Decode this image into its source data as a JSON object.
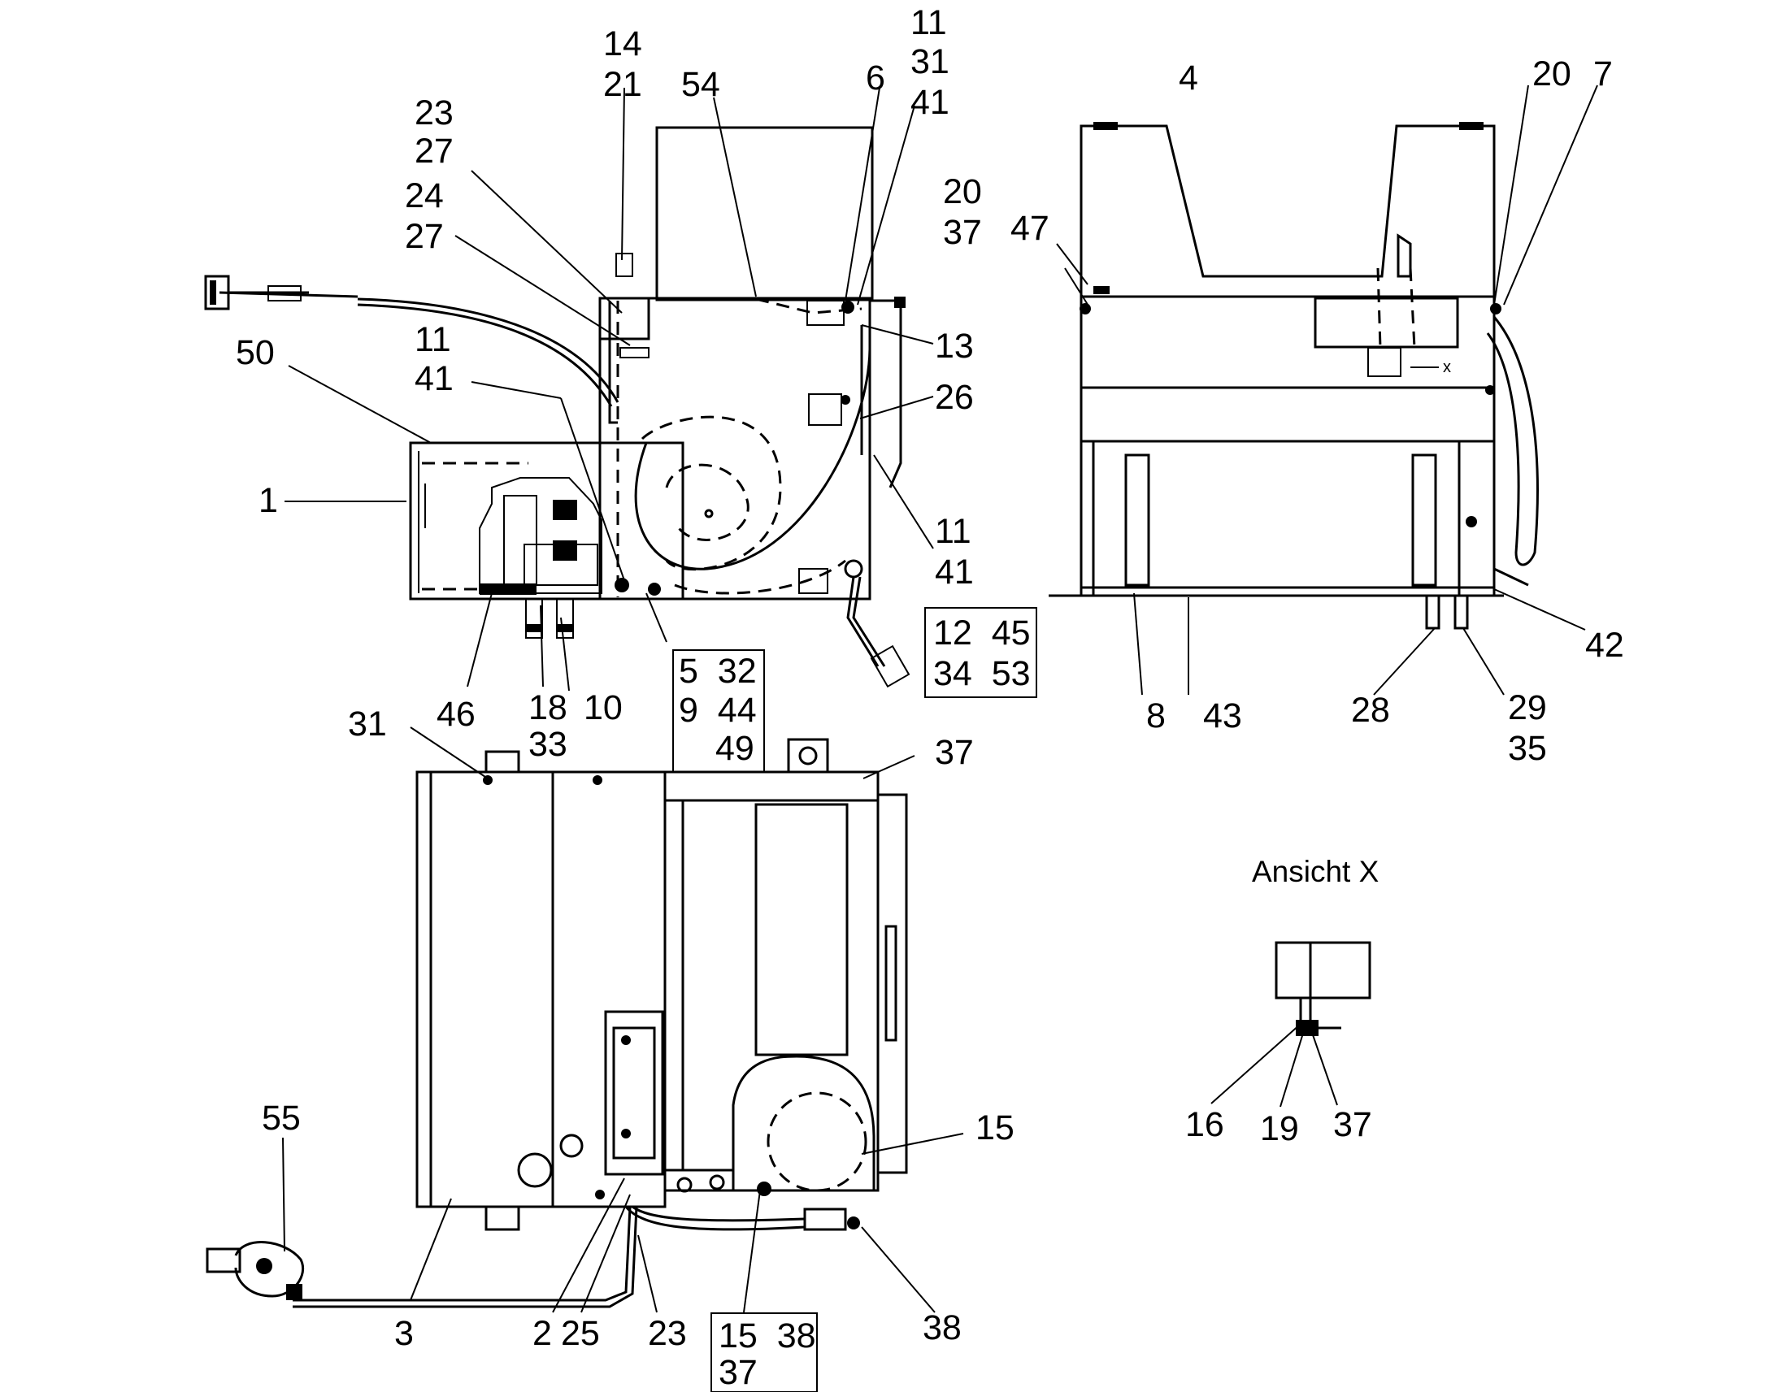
{
  "callouts": {
    "c14": "14",
    "c21": "21",
    "c54": "54",
    "c6": "6",
    "c11a": "11",
    "c31a": "31",
    "c41a": "41",
    "c23a": "23",
    "c27a": "27",
    "c24": "24",
    "c27b": "27",
    "c50": "50",
    "c11b": "11",
    "c41b": "41",
    "c13": "13",
    "c26": "26",
    "c1": "1",
    "c11c": "11",
    "c41c": "41",
    "c46": "46",
    "c18": "18",
    "c10": "10",
    "c4": "4",
    "c20a": "20",
    "c7": "7",
    "c20b": "20",
    "c37a": "37",
    "c47": "47",
    "c42": "42",
    "c8": "8",
    "c43": "43",
    "c28": "28",
    "c29": "29",
    "c35": "35",
    "c31b": "31",
    "c33": "33",
    "c37b": "37",
    "c55": "55",
    "c15a": "15",
    "c3": "3",
    "c2": "2",
    "c25": "25",
    "c23b": "23",
    "c38a": "38",
    "c16": "16",
    "c19": "19",
    "c37c": "37"
  },
  "boxes": {
    "box1": {
      "row1": "12  45",
      "row2": "34  53"
    },
    "box2": {
      "row1": "5  32",
      "row2": "9  44",
      "row3": "49"
    },
    "box3": {
      "row1": "15  38",
      "row2": "37"
    }
  },
  "view_label": "Ansicht X",
  "detail_marker": "x"
}
